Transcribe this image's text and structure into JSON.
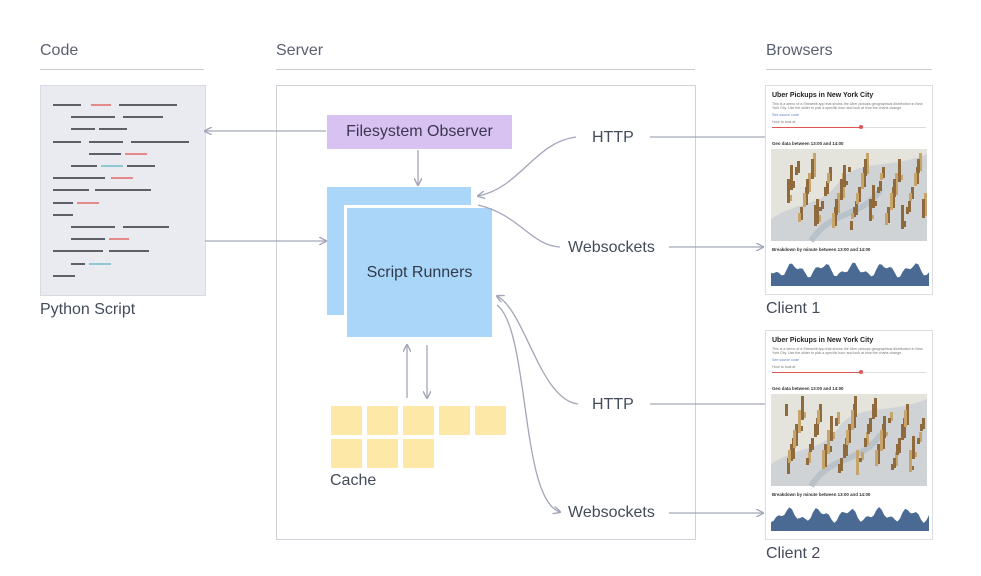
{
  "sections": {
    "code": "Code",
    "server": "Server",
    "browsers": "Browsers"
  },
  "code_panel": {
    "label": "Python Script"
  },
  "server": {
    "observer": "Filesystem Observer",
    "runners": "Script Runners",
    "cache": "Cache"
  },
  "connections": {
    "http": "HTTP",
    "websockets": "Websockets"
  },
  "clients": [
    {
      "label": "Client 1"
    },
    {
      "label": "Client 2"
    }
  ],
  "app_preview": {
    "title": "Uber Pickups in New York City",
    "description": "This is a demo of a Streamlit app that shows the Uber pickups geographical distribution in New York City. Use the slider to pick a specific hour and look at how the charts change.",
    "link": "See source code",
    "slider_label": "Hour to look at",
    "map_heading": "Geo data between 13:00 and 14:00",
    "chart_heading": "Breakdown by minute between 13:00 and 14:00"
  },
  "colors": {
    "observer": "#d7c2f2",
    "runner": "#aad7f9",
    "cache": "#fde8a8",
    "arrow": "#a3a6b8",
    "code_gray": "#5e6068",
    "code_red": "#e48a8a",
    "code_teal": "#8ec9cf",
    "area_chart": "#4a6a94"
  }
}
